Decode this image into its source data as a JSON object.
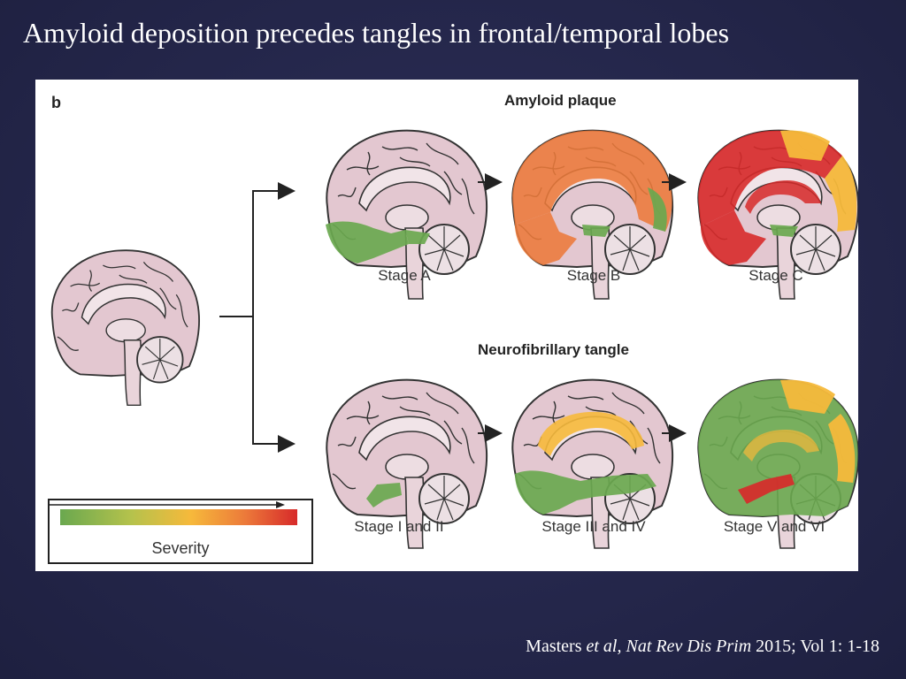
{
  "slide": {
    "title": "Amyloid deposition precedes tangles in frontal/temporal lobes"
  },
  "figure": {
    "panel_letter": "b",
    "amyloid_title": "Amyloid plaque",
    "tangle_title": "Neurofibrillary tangle",
    "amyloid_stages": [
      "Stage A",
      "Stage B",
      "Stage C"
    ],
    "tangle_stages": [
      "Stage I and II",
      "Stage  III and IV",
      "Stage  V and VI"
    ],
    "legend_label": "Severity",
    "colors": {
      "normal": "#e3c7d0",
      "green": "#6aa84f",
      "yellow": "#f6b93b",
      "orange": "#ec7a3a",
      "red": "#d72a2a"
    }
  },
  "citation": {
    "author": "Masters",
    "et_al": "et al,",
    "journal": "Nat Rev Dis Prim",
    "details": "2015; Vol 1: 1-18"
  }
}
